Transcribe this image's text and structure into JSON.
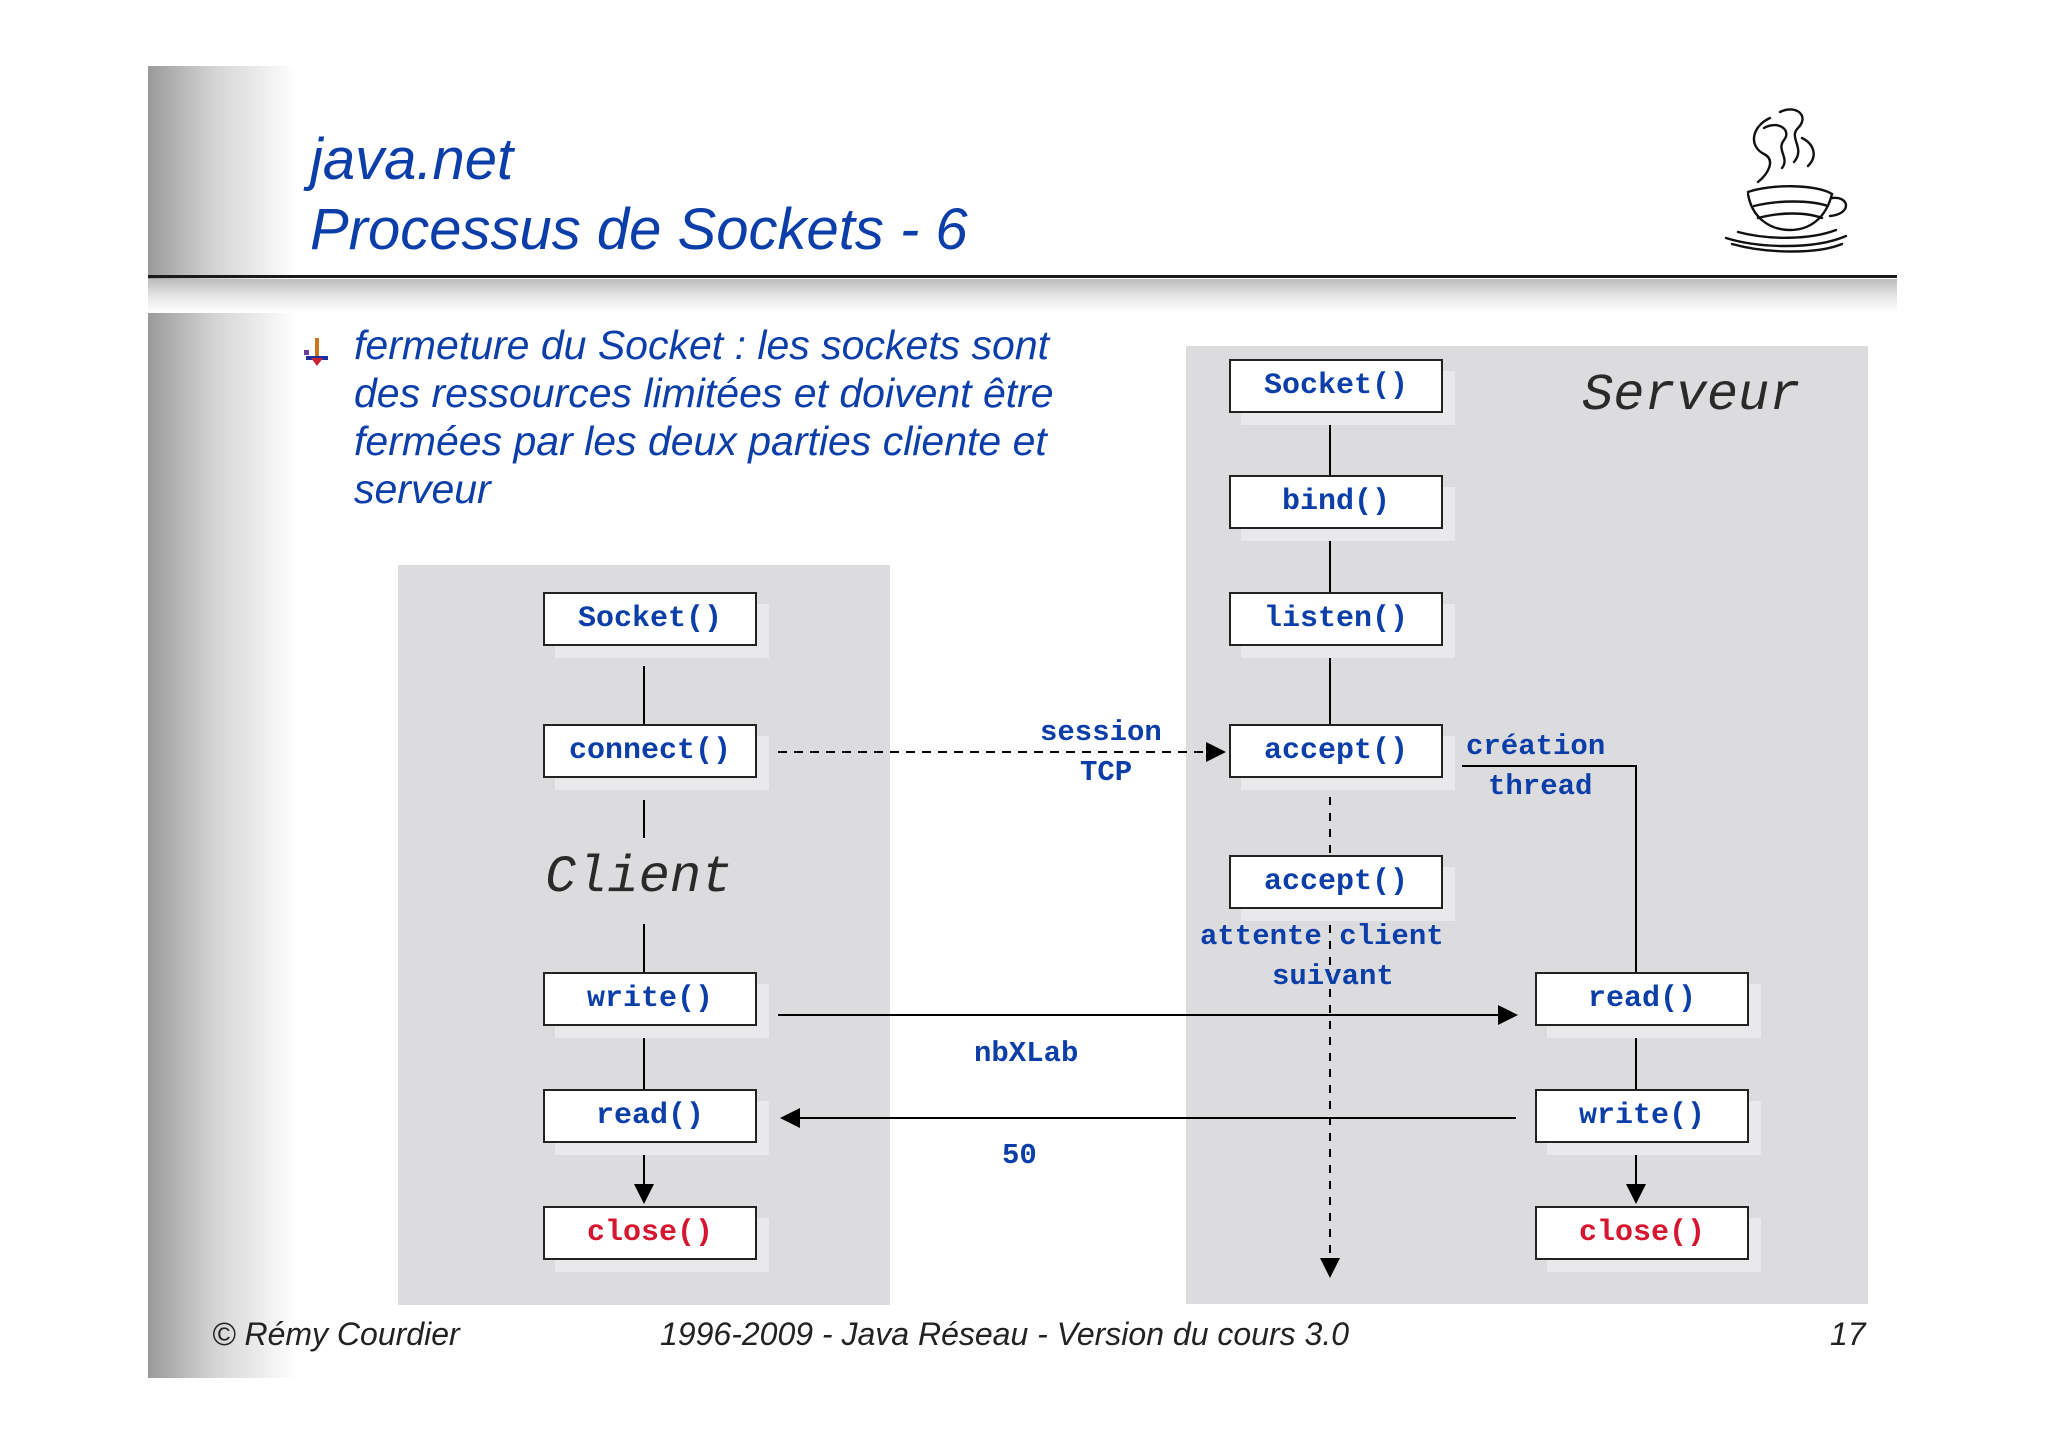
{
  "slide": {
    "title_line1": "java.net",
    "title_line2": "Processus de Sockets  - 6",
    "bullet_text": "fermeture du Socket : les sockets sont des ressources limitées et doivent être fermées par les deux parties cliente et serveur"
  },
  "client": {
    "label": "Client",
    "boxes": {
      "socket": "Socket()",
      "connect": "connect()",
      "write": "write()",
      "read": "read()",
      "close": "close()"
    }
  },
  "server": {
    "label": "Serveur",
    "boxes": {
      "socket": "Socket()",
      "bind": "bind()",
      "listen": "listen()",
      "accept1": "accept()",
      "accept2": "accept()",
      "read": "read()",
      "write": "write()",
      "close": "close()"
    }
  },
  "labels": {
    "session_line1": "session",
    "session_line2": "TCP",
    "creation_line1": "création",
    "creation_line2": "thread",
    "attente_line1": "attente client",
    "attente_line2": "suivant",
    "write_message": "nbXLab",
    "read_message": "50"
  },
  "colors": {
    "blue": "#0b3ea8",
    "red": "#d6152e",
    "panel": "#dcdcdf"
  },
  "footer": {
    "author": "© Rémy Courdier",
    "course": "1996-2009 - Java Réseau - Version du cours 3.0",
    "page_number": "17"
  }
}
